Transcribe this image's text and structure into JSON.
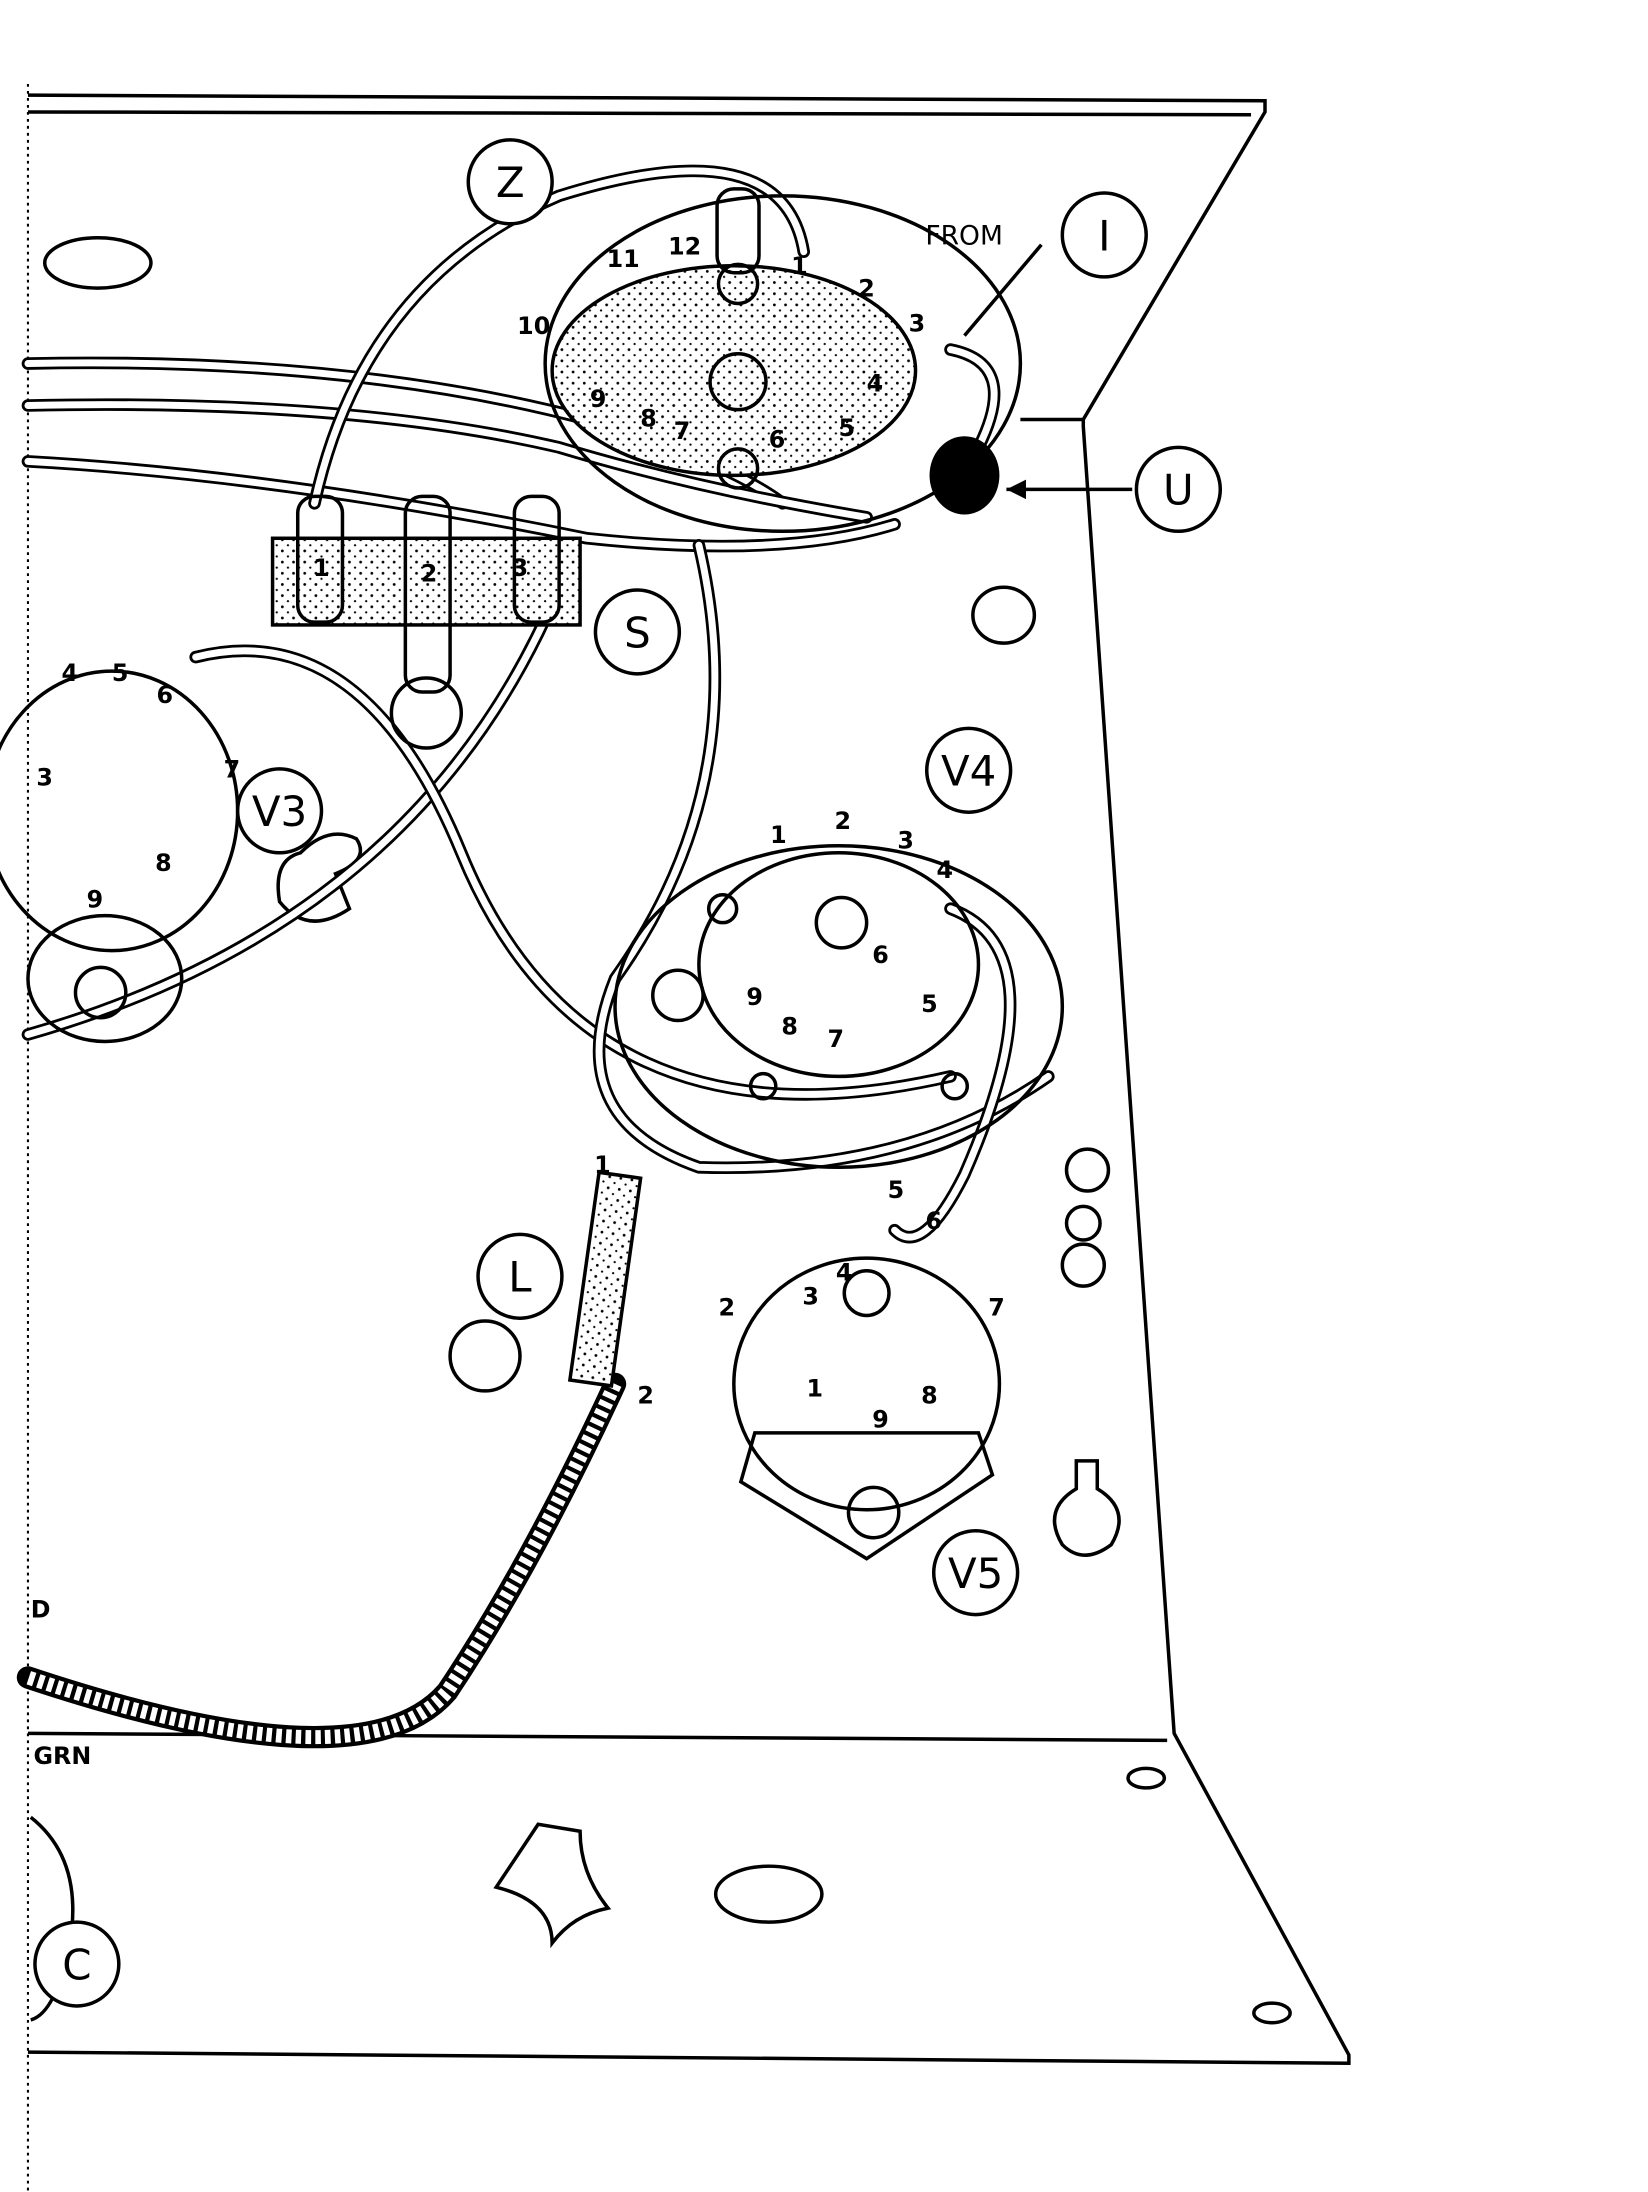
{
  "callouts": {
    "Z": "Z",
    "I": "I",
    "U": "U",
    "S": "S",
    "V3": "V3",
    "V4": "V4",
    "V5": "V5",
    "L": "L",
    "C": "C"
  },
  "labels": {
    "from": "FROM",
    "d": "D",
    "grn": "GRN"
  },
  "switch_pins": [
    "1",
    "2",
    "3",
    "4",
    "5",
    "6",
    "7",
    "8",
    "9",
    "10",
    "11",
    "12"
  ],
  "terminal_strip_pins": [
    "1",
    "2",
    "3"
  ],
  "v3_pins": [
    "3",
    "4",
    "5",
    "6",
    "7",
    "8",
    "9"
  ],
  "v4_pins": [
    "1",
    "2",
    "3",
    "4",
    "5",
    "6",
    "7",
    "8",
    "9"
  ],
  "v5_pins": [
    "1",
    "2",
    "3",
    "4",
    "5",
    "6",
    "7",
    "8",
    "9"
  ],
  "lug_pins": [
    "1",
    "2"
  ]
}
